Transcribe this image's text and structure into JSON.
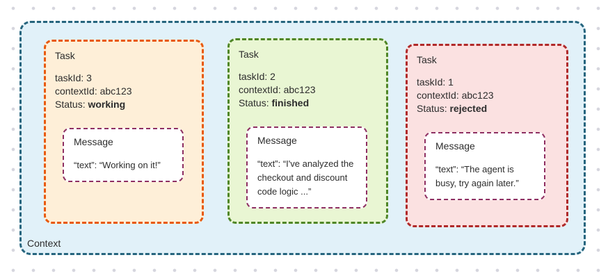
{
  "canvas": {
    "background": "#ffffff",
    "dot_color": "#d6d6de"
  },
  "context": {
    "label": "Context",
    "colors": {
      "border": "#26657e",
      "background": "#e1f1f9"
    }
  },
  "tasks": [
    {
      "title": "Task",
      "fields": [
        {
          "label": "taskId: ",
          "value": "3"
        },
        {
          "label": "contextId: ",
          "value": "abc123"
        },
        {
          "label": "Status: ",
          "value": "working"
        }
      ],
      "status": "working",
      "colors": {
        "border": "#e8590c",
        "background": "#feefd8"
      },
      "message": {
        "title": "Message",
        "text": "“text”: “Working on it!”",
        "colors": {
          "border": "#8e2f62",
          "background": "#ffffff"
        }
      }
    },
    {
      "title": "Task",
      "fields": [
        {
          "label": "taskId: ",
          "value": "2"
        },
        {
          "label": "contextId: ",
          "value": "abc123"
        },
        {
          "label": "Status: ",
          "value": "finished"
        }
      ],
      "status": "finished",
      "colors": {
        "border": "#4f8627",
        "background": "#e9f6d3"
      },
      "message": {
        "title": "Message",
        "text": "“text”: “I've analyzed the checkout and discount code logic ...”",
        "colors": {
          "border": "#8e2f62",
          "background": "#ffffff"
        }
      }
    },
    {
      "title": "Task",
      "fields": [
        {
          "label": "taskId: ",
          "value": "1"
        },
        {
          "label": "contextId: ",
          "value": "abc123"
        },
        {
          "label": "Status: ",
          "value": "rejected"
        }
      ],
      "status": "rejected",
      "colors": {
        "border": "#b02a2a",
        "background": "#fbe1e1"
      },
      "message": {
        "title": "Message",
        "text": "“text”: “The agent is busy, try again later.”",
        "colors": {
          "border": "#8e2f62",
          "background": "#ffffff"
        }
      }
    }
  ]
}
